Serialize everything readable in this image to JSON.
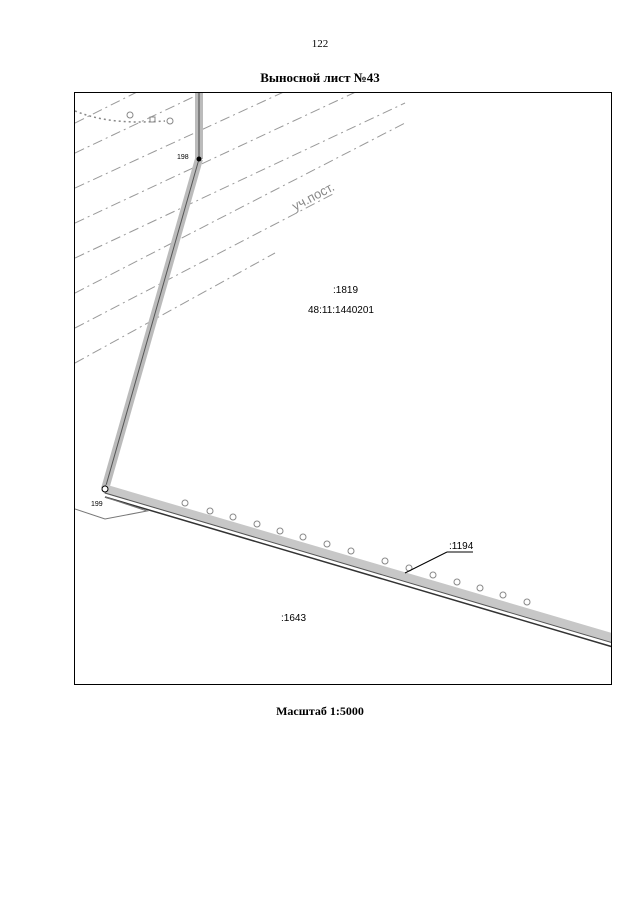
{
  "page": {
    "number": "122",
    "title": "Выносной лист №43",
    "scale": "Масштаб 1:5000"
  },
  "map": {
    "parcels": [
      ":1819",
      "48:11:1440201",
      ":1643",
      ":1194"
    ],
    "points": [
      "198",
      "199"
    ],
    "annotation": "уч.пост."
  }
}
